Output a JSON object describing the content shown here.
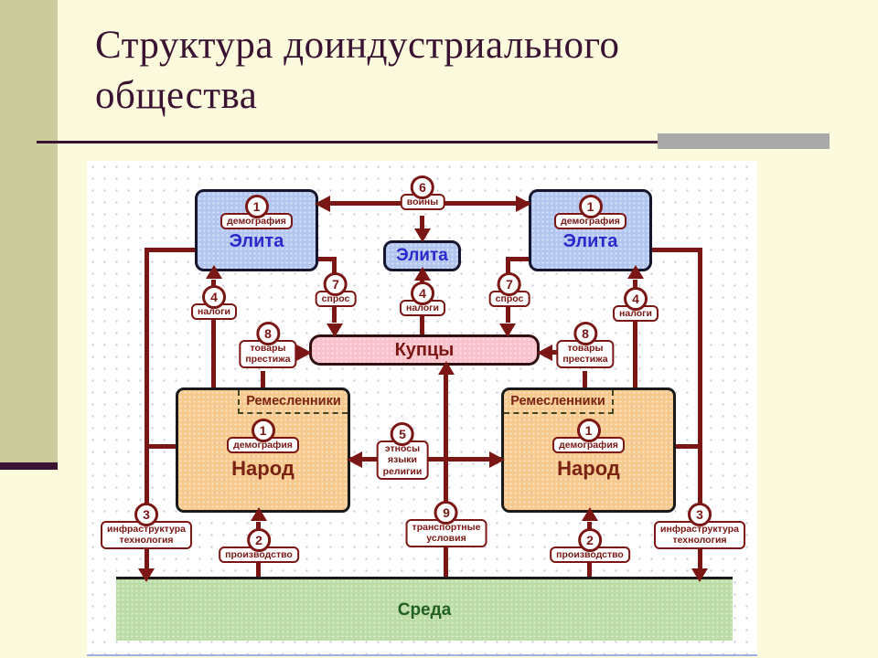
{
  "slide": {
    "title": "Структура доиндустриального общества"
  },
  "diagram": {
    "nodes": {
      "elite_left": {
        "name": "Элита",
        "num": "1",
        "badge": "демография"
      },
      "elite_center": {
        "name": "Элита"
      },
      "elite_right": {
        "name": "Элита",
        "num": "1",
        "badge": "демография"
      },
      "merchants": {
        "name": "Купцы"
      },
      "people_left": {
        "name": "Народ",
        "craftsmen": "Ремесленники",
        "num": "1",
        "badge": "демография"
      },
      "people_right": {
        "name": "Народ",
        "craftsmen": "Ремесленники",
        "num": "1",
        "badge": "демография"
      },
      "environment": {
        "name": "Среда"
      }
    },
    "links": {
      "wars": {
        "num": "6",
        "label": "войны"
      },
      "demand_left": {
        "num": "7",
        "label": "спрос"
      },
      "demand_right": {
        "num": "7",
        "label": "спрос"
      },
      "taxes_left": {
        "num": "4",
        "label": "налоги"
      },
      "taxes_center": {
        "num": "4",
        "label": "налоги"
      },
      "taxes_right": {
        "num": "4",
        "label": "налоги"
      },
      "prestige_left": {
        "num": "8",
        "label": "товары\nпрестижа"
      },
      "prestige_right": {
        "num": "8",
        "label": "товары\nпрестижа"
      },
      "ethnos": {
        "num": "5",
        "label": "этносы\nязыки\nрелигии"
      },
      "transport": {
        "num": "9",
        "label": "транспортные\nусловия"
      },
      "production_left": {
        "num": "2",
        "label": "производство"
      },
      "production_right": {
        "num": "2",
        "label": "производство"
      },
      "infrastructure_left": {
        "num": "3",
        "label": "инфраструктура\nтехнология"
      },
      "infrastructure_right": {
        "num": "3",
        "label": "инфраструктура\nтехнология"
      }
    },
    "colors": {
      "accent_maroon": "#7a1714",
      "title_plum": "#3a1232",
      "elite_fill": "#b3c6f0",
      "elite_text": "#2929cc",
      "people_fill": "#f7c98e",
      "people_text": "#7a2312",
      "merchants_fill": "#f9c2ca",
      "environment_fill": "#bbdca4",
      "environment_text": "#226022",
      "sidebar_olive": "#cbcb9d"
    }
  }
}
